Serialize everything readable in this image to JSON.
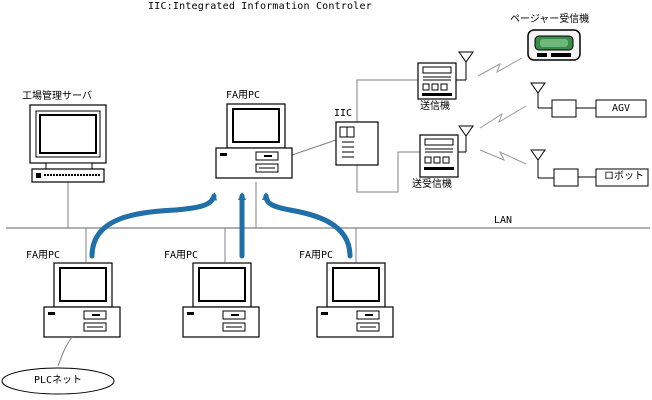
{
  "title": "IIC:Integrated Information Controler",
  "labels": {
    "server": "工場管理サーバ",
    "fa_pc_top": "FA用PC",
    "iic": "IIC",
    "sender": "送信機",
    "transceiver": "送受信機",
    "pager": "ページャー受信機",
    "agv": "AGV",
    "robot": "ロボット",
    "lan": "LAN",
    "fa_pc_1": "FA用PC",
    "fa_pc_2": "FA用PC",
    "fa_pc_3": "FA用PC",
    "plc_net": "PLCネット"
  },
  "colors": {
    "arrow": "#1f6fa8",
    "line": "#808080",
    "stroke": "#000000",
    "pager_screen": "#3a8a4a"
  }
}
